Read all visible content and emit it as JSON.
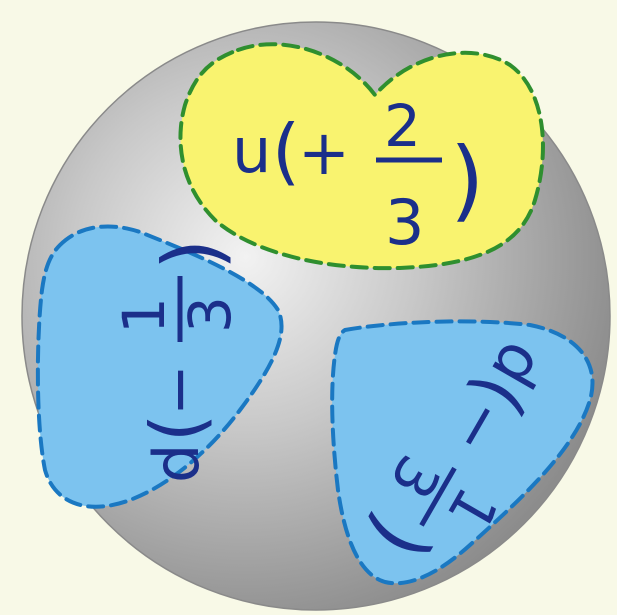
{
  "colors": {
    "background": "#f8f9e7",
    "sphere_light": "#f2f2f2",
    "sphere_mid": "#c8c8c8",
    "sphere_dark": "#8c8c8c",
    "up_quark_fill": "#f9f36f",
    "up_quark_border": "#2f8f2f",
    "down_quark_fill": "#7cc3ef",
    "down_quark_border": "#1a78c2",
    "label_text": "#1b2f8a"
  },
  "quarks": [
    {
      "name": "up",
      "letter": "u",
      "sign": "+",
      "numerator": "2",
      "denominator": "3",
      "paren_open": "(",
      "paren_close": ")"
    },
    {
      "name": "down-left",
      "letter": "d",
      "sign": "−",
      "numerator": "1",
      "denominator": "3",
      "paren_open": "(",
      "paren_close": ")"
    },
    {
      "name": "down-right",
      "letter": "d",
      "sign": "−",
      "numerator": "1",
      "denominator": "3",
      "paren_open": "(",
      "paren_close": ")"
    }
  ]
}
